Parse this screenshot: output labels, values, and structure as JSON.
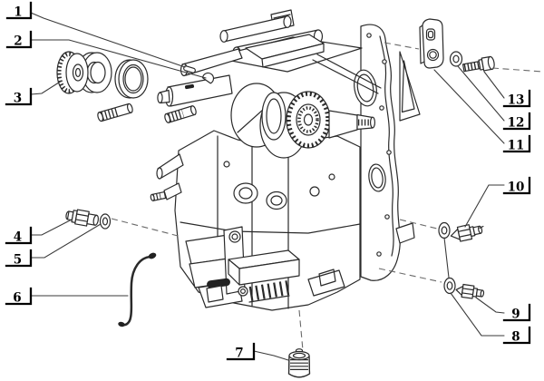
{
  "figure": {
    "background_color": "#ffffff",
    "line_color": "#2a2a2a",
    "label_color": "#000000",
    "leader_color": "#3a3a3a",
    "projection_line_style": "dashed",
    "callouts": [
      {
        "num": "1",
        "part_icon": "shaft-key-icon"
      },
      {
        "num": "2",
        "part_icon": "woodruff-key-icon"
      },
      {
        "num": "3",
        "part_icon": "timing-sprocket-icon"
      },
      {
        "num": "4",
        "part_icon": "sensor-bolt-icon"
      },
      {
        "num": "5",
        "part_icon": "washer-icon"
      },
      {
        "num": "6",
        "part_icon": "sensor-cable-icon"
      },
      {
        "num": "7",
        "part_icon": "drain-plug-icon"
      },
      {
        "num": "8",
        "part_icon": "sealing-washers-icon"
      },
      {
        "num": "9",
        "part_icon": "oil-pressure-switch-icon"
      },
      {
        "num": "10",
        "part_icon": "oil-pressure-switch-icon"
      },
      {
        "num": "11",
        "part_icon": "bracket-tab-icon"
      },
      {
        "num": "12",
        "part_icon": "washer-icon"
      },
      {
        "num": "13",
        "part_icon": "flange-bolt-icon"
      }
    ]
  }
}
